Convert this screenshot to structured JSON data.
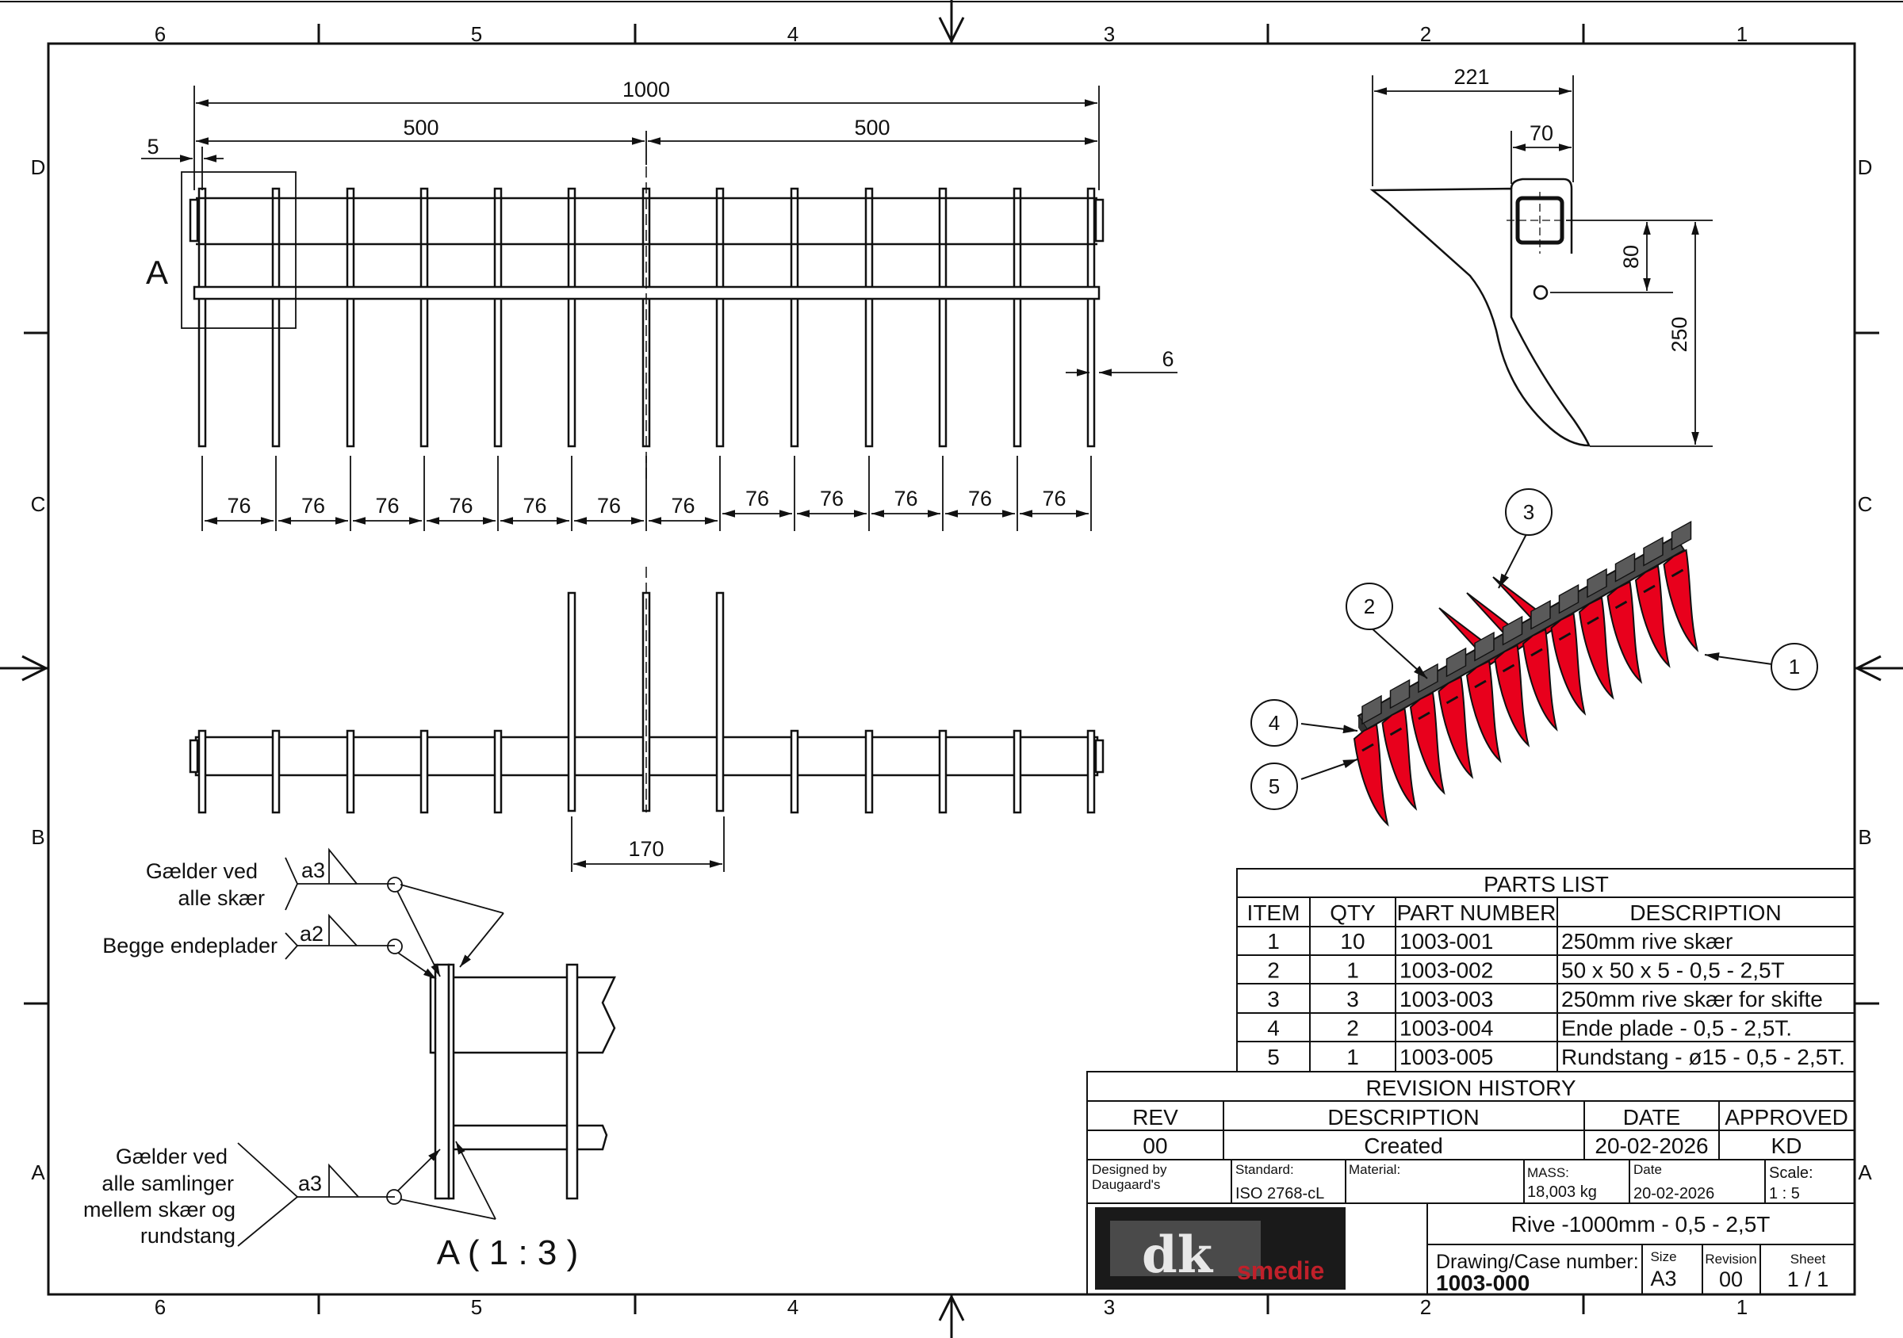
{
  "zones": {
    "columns": [
      "6",
      "5",
      "4",
      "3",
      "2",
      "1"
    ],
    "rows": [
      "D",
      "C",
      "B",
      "A"
    ]
  },
  "dims": {
    "overall": "1000",
    "half_left": "500",
    "half_right": "500",
    "offset_left": "5",
    "detail_callout": "A",
    "thickness": "6",
    "pitch": [
      "76",
      "76",
      "76",
      "76",
      "76",
      "76",
      "76",
      "76",
      "76",
      "76",
      "76",
      "76"
    ],
    "gap_middle": "170",
    "side_width_total": "221",
    "side_width_bar": "70",
    "side_hole_offset": "80",
    "side_height": "250"
  },
  "welds": {
    "note1_line1": "Gælder ved",
    "note1_line2": "alle skær",
    "note1_size": "a3",
    "note2_line1": "Begge endeplader",
    "note2_size": "a2",
    "note3_line1": "Gælder ved",
    "note3_line2": "alle samlinger",
    "note3_line3": "mellem skær og",
    "note3_line4": "rundstang",
    "note3_size": "a3",
    "detail_title": "A ( 1 : 3 )"
  },
  "balloons": [
    "1",
    "2",
    "3",
    "4",
    "5"
  ],
  "parts_list": {
    "title": "PARTS LIST",
    "headers": [
      "ITEM",
      "QTY",
      "PART NUMBER",
      "DESCRIPTION"
    ],
    "rows": [
      [
        "1",
        "10",
        "1003-001",
        "250mm rive skær"
      ],
      [
        "2",
        "1",
        "1003-002",
        "50 x 50 x 5 - 0,5 - 2,5T"
      ],
      [
        "3",
        "3",
        "1003-003",
        "250mm rive skær for skifte"
      ],
      [
        "4",
        "2",
        "1003-004",
        "Ende plade - 0,5 - 2,5T."
      ],
      [
        "5",
        "1",
        "1003-005",
        "Rundstang - ø15 - 0,5 - 2,5T."
      ]
    ]
  },
  "revision_history": {
    "title": "REVISION HISTORY",
    "headers": [
      "REV",
      "DESCRIPTION",
      "DATE",
      "APPROVED"
    ],
    "row": [
      "00",
      "Created",
      "20-02-2026",
      "KD"
    ]
  },
  "title_block": {
    "designed_by_label": "Designed by",
    "designed_by": "Daugaard's",
    "standard_label": "Standard:",
    "standard": "ISO 2768-cL",
    "material_label": "Material:",
    "mass_label": "MASS:",
    "mass": "18,003 kg",
    "date_label": "Date",
    "date": "20-02-2026",
    "scale_label": "Scale:",
    "scale": "1 : 5",
    "logo_text": "smedie",
    "title": "Rive -1000mm - 0,5 - 2,5T",
    "drawing_number_label": "Drawing/Case number:",
    "drawing_number": "1003-000",
    "size_label": "Size",
    "size": "A3",
    "revision_label": "Revision",
    "revision": "00",
    "sheet_label": "Sheet",
    "sheet": "1 / 1"
  },
  "colors": {
    "tine_red": "#e8001c",
    "bar_grey": "#4a4a4a",
    "line": "#111111"
  }
}
